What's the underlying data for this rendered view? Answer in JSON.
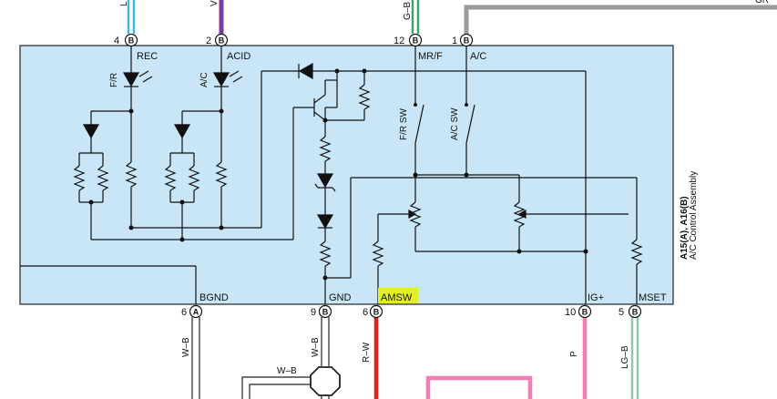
{
  "colors": {
    "panel": "#c8e6f7",
    "lightblue": "#3fb8e8",
    "purple": "#7b3c9e",
    "green": "#3aa66b",
    "gray": "#9a9a9a",
    "red": "#e0201b",
    "pink": "#ee7fb4",
    "lightgreen": "#8fc9a3",
    "highlight": "#e3ee2a"
  },
  "assembly": {
    "id": "A15(A), A16(B)",
    "name": "A/C Control Assembly"
  },
  "top_pins": [
    {
      "num": "4",
      "conn": "B",
      "label": "REC",
      "wire": "L"
    },
    {
      "num": "2",
      "conn": "B",
      "label": "ACID",
      "wire": "V"
    },
    {
      "num": "12",
      "conn": "B",
      "label": "MR/F",
      "wire": "G–B"
    },
    {
      "num": "1",
      "conn": "B",
      "label": "A/C",
      "wire": "GR"
    }
  ],
  "bottom_pins": [
    {
      "num": "6",
      "conn": "A",
      "label": "BGND",
      "wire": "W–B"
    },
    {
      "num": "9",
      "conn": "B",
      "label": "GND",
      "wire": "W–B"
    },
    {
      "num": "6",
      "conn": "B",
      "label": "AMSW",
      "wire": "R–W"
    },
    {
      "num": "10",
      "conn": "B",
      "label": "IG+",
      "wire": "P"
    },
    {
      "num": "5",
      "conn": "B",
      "label": "MSET",
      "wire": "LG–B"
    }
  ],
  "internal_labels": {
    "led_fr": "F/R",
    "led_ac": "A/C",
    "sw_fr": "F/R SW",
    "sw_ac": "A/C SW"
  },
  "extra_wire": "W–B"
}
